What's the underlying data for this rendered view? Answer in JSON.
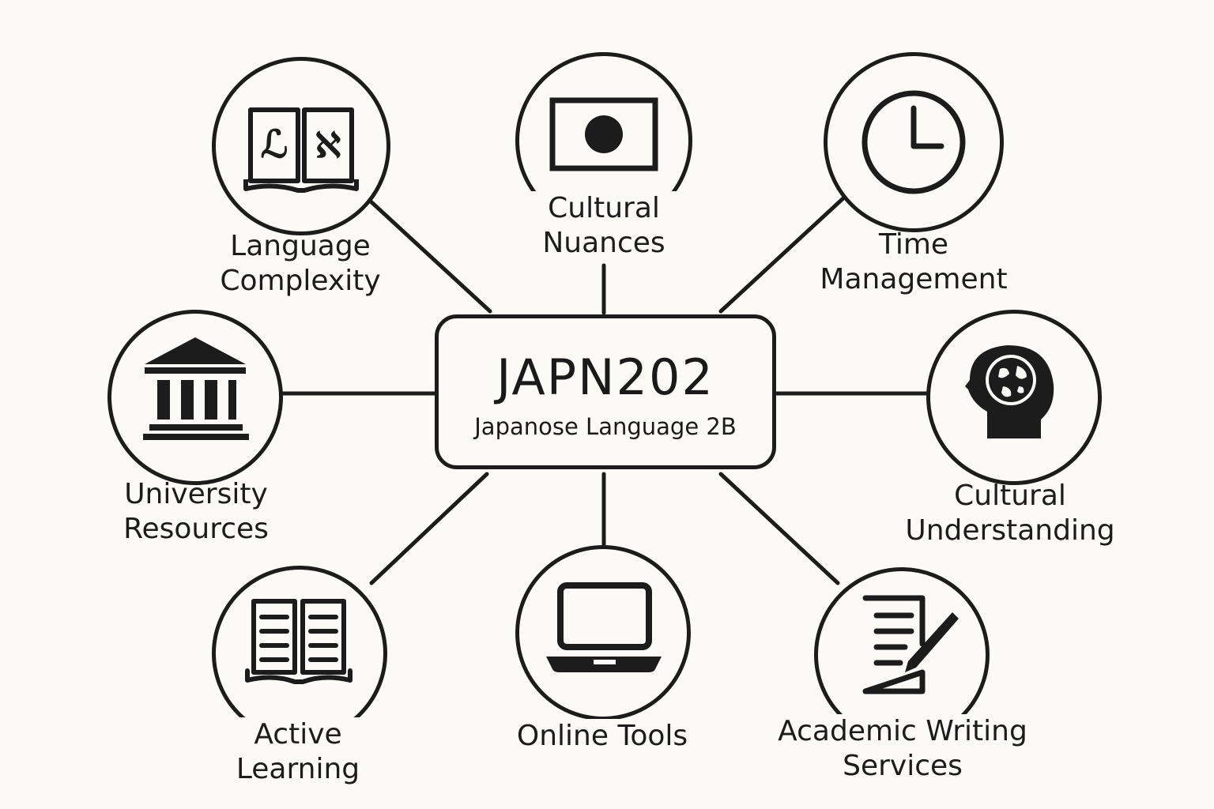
{
  "center": {
    "code": "JAPN202",
    "name": "Japanose Language 2B"
  },
  "nodes": {
    "language_complexity": {
      "line1": "Language",
      "line2": "Complexity",
      "icon": "open-book-characters-icon"
    },
    "cultural_nuances": {
      "line1": "Cultural",
      "line2": "Nuances",
      "icon": "japan-flag-icon"
    },
    "time_management": {
      "line1": "Time",
      "line2": "Management",
      "icon": "clock-icon"
    },
    "university_resources": {
      "line1": "University",
      "line2": "Resources",
      "icon": "building-columns-icon"
    },
    "cultural_understanding": {
      "line1": "Cultural",
      "line2": "Understanding",
      "icon": "head-globe-icon"
    },
    "active_learning": {
      "line1": "Active",
      "line2": "Learning",
      "icon": "open-book-icon"
    },
    "online_tools": {
      "line1": "Online Tools",
      "icon": "laptop-icon"
    },
    "academic_writing": {
      "line1": "Academic Writing",
      "line2": "Services",
      "icon": "document-pen-icon"
    }
  },
  "colors": {
    "ink": "#1c1c1c",
    "background": "#fbfaf7"
  }
}
